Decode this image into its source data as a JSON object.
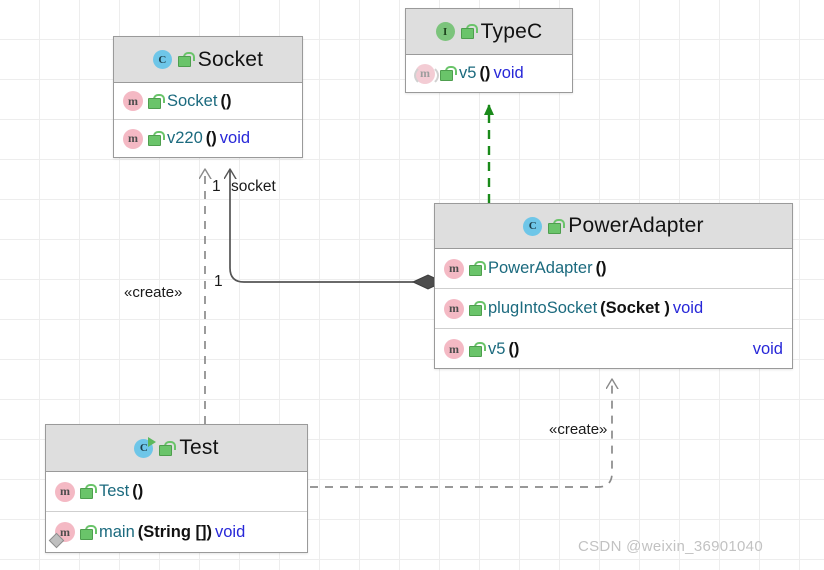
{
  "diagram": {
    "title": "UML class diagram",
    "watermark": "CSDN @weixin_36901040",
    "colors": {
      "class_icon": "#6ec6e8",
      "interface_icon": "#7cc47c",
      "method_icon": "#f4b9c4",
      "lock_public": "#6ac46a",
      "member_name": "#1b6a7e",
      "return_type": "#2727d8",
      "realization_edge": "#1a8a1a",
      "association_edge": "#555555",
      "header_fill": "#dedede",
      "box_border": "#9a9a9a",
      "grid": "#ededed"
    },
    "classes": [
      {
        "id": "socket",
        "name": "Socket",
        "kind": "class",
        "kind_icon": "class-icon",
        "visibility_icon": "public-unlocked-icon",
        "members": [
          {
            "name": "Socket",
            "parens": "()",
            "return": "",
            "icon": "method-icon",
            "visibility_icon": "public-unlocked-icon",
            "abstract": false,
            "static": false
          },
          {
            "name": "v220",
            "parens": "()",
            "return": "void",
            "icon": "method-icon",
            "visibility_icon": "public-unlocked-icon",
            "abstract": false,
            "static": false
          }
        ]
      },
      {
        "id": "typec",
        "name": "TypeC",
        "kind": "interface",
        "kind_icon": "interface-icon",
        "visibility_icon": "public-unlocked-icon",
        "members": [
          {
            "name": "v5",
            "parens": "()",
            "return": "void",
            "icon": "method-icon-abstract",
            "visibility_icon": "public-unlocked-icon",
            "abstract": true,
            "static": false
          }
        ]
      },
      {
        "id": "poweradapter",
        "name": "PowerAdapter",
        "kind": "class",
        "kind_icon": "class-icon",
        "visibility_icon": "public-unlocked-icon",
        "members": [
          {
            "name": "PowerAdapter",
            "parens": "()",
            "return": "",
            "icon": "method-icon",
            "visibility_icon": "public-unlocked-icon",
            "abstract": false,
            "static": false
          },
          {
            "name": "plugIntoSocket",
            "parens": "(Socket )",
            "return": "void",
            "icon": "method-icon",
            "visibility_icon": "public-unlocked-icon",
            "abstract": false,
            "static": false
          },
          {
            "name": "v5",
            "parens": "()",
            "return": "void",
            "return_align": "right",
            "icon": "method-icon",
            "visibility_icon": "public-unlocked-icon",
            "abstract": false,
            "static": false
          }
        ]
      },
      {
        "id": "test",
        "name": "Test",
        "kind": "class",
        "kind_icon": "class-runnable-icon",
        "visibility_icon": "public-unlocked-icon",
        "runnable": true,
        "members": [
          {
            "name": "Test",
            "parens": "()",
            "return": "",
            "icon": "method-icon",
            "visibility_icon": "public-unlocked-icon",
            "abstract": false,
            "static": false
          },
          {
            "name": "main",
            "parens": "(String [])",
            "return": "void",
            "icon": "method-icon-static",
            "visibility_icon": "public-unlocked-icon",
            "abstract": false,
            "static": true
          }
        ]
      }
    ],
    "edges": [
      {
        "id": "poweradapter-implements-typec",
        "from": "PowerAdapter",
        "to": "TypeC",
        "type": "realization",
        "style": "dashed",
        "color": "#1a8a1a",
        "arrow": "closed-triangle",
        "label": ""
      },
      {
        "id": "poweradapter-has-socket",
        "from": "PowerAdapter",
        "to": "Socket",
        "type": "composition",
        "style": "solid",
        "color": "#555555",
        "arrow": "open-arrow",
        "source_decoration": "filled-diamond",
        "target_multiplicity": "1",
        "target_role": "socket",
        "source_multiplicity": "1"
      },
      {
        "id": "test-creates-socket",
        "from": "Test",
        "to": "Socket",
        "type": "dependency",
        "style": "dashed",
        "color": "#888888",
        "arrow": "open-arrow",
        "label": "«create»"
      },
      {
        "id": "test-creates-poweradapter",
        "from": "Test",
        "to": "PowerAdapter",
        "type": "dependency",
        "style": "dashed",
        "color": "#888888",
        "arrow": "open-arrow",
        "label": "«create»"
      }
    ],
    "labels": {
      "multiplicity_socket_end": "1",
      "role_socket": "socket",
      "multiplicity_adapter_end": "1",
      "create_left": "«create»",
      "create_right": "«create»"
    }
  }
}
